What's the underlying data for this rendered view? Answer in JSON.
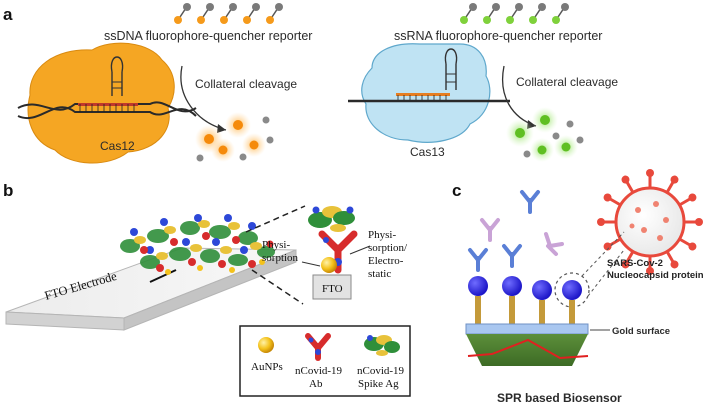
{
  "panels": {
    "a": {
      "letter": "a",
      "left": {
        "reporter_label": "ssDNA fluorophore-quencher reporter",
        "cleavage_label": "Collateral cleavage",
        "enzyme_label": "Cas12",
        "enzyme_color": "#f5a623",
        "fluor_color": "#f59a1b"
      },
      "right": {
        "reporter_label": "ssRNA fluorophore-quencher reporter",
        "cleavage_label": "Collateral cleavage",
        "enzyme_label": "Cas13",
        "enzyme_color": "#bfe3f3",
        "fluor_color": "#7fd13b"
      }
    },
    "b": {
      "letter": "b",
      "electrode_label": "FTO Electrode",
      "inset_fto_label": "FTO",
      "physisorption_left": [
        "Physi-",
        "sorption"
      ],
      "physisorption_right": [
        "Physi-",
        "sorption/",
        "Electro-",
        "static"
      ],
      "legend": [
        {
          "lines": [
            "AuNPs"
          ],
          "icon": "gold-nanoparticle-icon"
        },
        {
          "lines": [
            "nCovid-19",
            "Ab"
          ],
          "icon": "antibody-icon"
        },
        {
          "lines": [
            "nCovid-19",
            "Spike Ag"
          ],
          "icon": "spike-antigen-icon"
        }
      ]
    },
    "c": {
      "letter": "c",
      "virus_label": [
        "SARS-Cov-2",
        "Nucleocapsid protein"
      ],
      "surface_label": "Gold surface",
      "caption": "SPR based  Biosensor",
      "virus_color": "#e8493c"
    }
  }
}
